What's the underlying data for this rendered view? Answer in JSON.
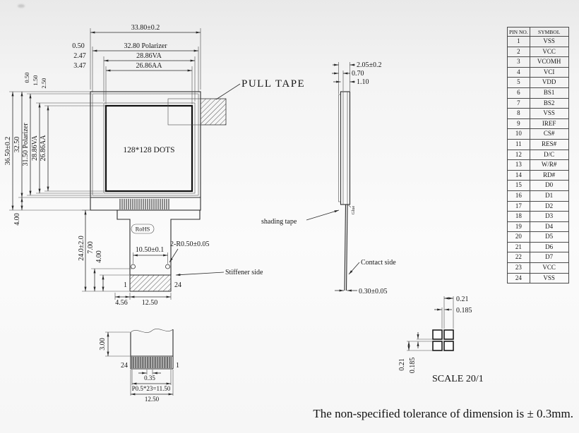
{
  "front_view": {
    "dots_label": "128*128 DOTS",
    "pull_tape_label": "PULL TAPE",
    "rohs_label": "RoHS",
    "top_dims": {
      "total_width": "33.80±0.2",
      "polarizer_offset": "0.50",
      "polarizer_width": "32.80 Polarizer",
      "va_offset": "2.47",
      "va_width": "28.86VA",
      "aa_offset": "3.47",
      "aa_width": "26.86AA"
    },
    "left_dims": {
      "total_height": "36.50±0.2",
      "glass_height": "32.50",
      "polarizer_height": "31.50 Polarizer",
      "va_height": "28.86VA",
      "aa_height": "26.86AA",
      "polarizer_top_offset": "0.50",
      "va_top_offset": "1.50",
      "aa_top_offset": "2.50",
      "ledge_height": "4.00"
    },
    "tail_dims": {
      "fpc_length": "24.0±2.0",
      "stiffener_zone": "7.00",
      "stiffener_height": "4.00",
      "contact_span": "10.50±0.1",
      "corner_radius": "2-R0.50±0.05",
      "stiffener_side_label": "Stiffener side",
      "pin_first": "1",
      "pin_last": "24",
      "edge_offset": "4.56",
      "fpc_width": "12.50"
    }
  },
  "side_view": {
    "total_thickness": "2.05±0.2",
    "thickness_a": "0.70",
    "thickness_b": "1.10",
    "glue_label": "Glue",
    "shading_tape_label": "shading tape",
    "contact_side_label": "Contact side",
    "fpc_thickness": "0.30±0.05"
  },
  "pitch_detail": {
    "contact_length": "3.00",
    "pin_left": "24",
    "pin_right": "1",
    "contact_width": "0.35",
    "pitch_formula": "P0.5*23=11.50",
    "fpc_width": "12.50"
  },
  "pad_detail": {
    "top_size": "0.21",
    "top_gap": "0.185",
    "left_size": "0.21",
    "left_gap": "0.185",
    "scale_label": "SCALE 20/1"
  },
  "pin_table": {
    "headers": [
      "PIN NO.",
      "SYMBOL"
    ],
    "rows": [
      {
        "pin": "1",
        "symbol": "VSS"
      },
      {
        "pin": "2",
        "symbol": "VCC"
      },
      {
        "pin": "3",
        "symbol": "VCOMH"
      },
      {
        "pin": "4",
        "symbol": "VCI"
      },
      {
        "pin": "5",
        "symbol": "VDD"
      },
      {
        "pin": "6",
        "symbol": "BS1"
      },
      {
        "pin": "7",
        "symbol": "BS2"
      },
      {
        "pin": "8",
        "symbol": "VSS"
      },
      {
        "pin": "9",
        "symbol": "IREF"
      },
      {
        "pin": "10",
        "symbol": "CS#"
      },
      {
        "pin": "11",
        "symbol": "RES#"
      },
      {
        "pin": "12",
        "symbol": "D/C"
      },
      {
        "pin": "13",
        "symbol": "W/R#"
      },
      {
        "pin": "14",
        "symbol": "RD#"
      },
      {
        "pin": "15",
        "symbol": "D0"
      },
      {
        "pin": "16",
        "symbol": "D1"
      },
      {
        "pin": "17",
        "symbol": "D2"
      },
      {
        "pin": "18",
        "symbol": "D3"
      },
      {
        "pin": "19",
        "symbol": "D4"
      },
      {
        "pin": "20",
        "symbol": "D5"
      },
      {
        "pin": "21",
        "symbol": "D6"
      },
      {
        "pin": "22",
        "symbol": "D7"
      },
      {
        "pin": "23",
        "symbol": "VCC"
      },
      {
        "pin": "24",
        "symbol": "VSS"
      }
    ]
  },
  "note": "The non-specified tolerance of dimension is ± 0.3mm."
}
